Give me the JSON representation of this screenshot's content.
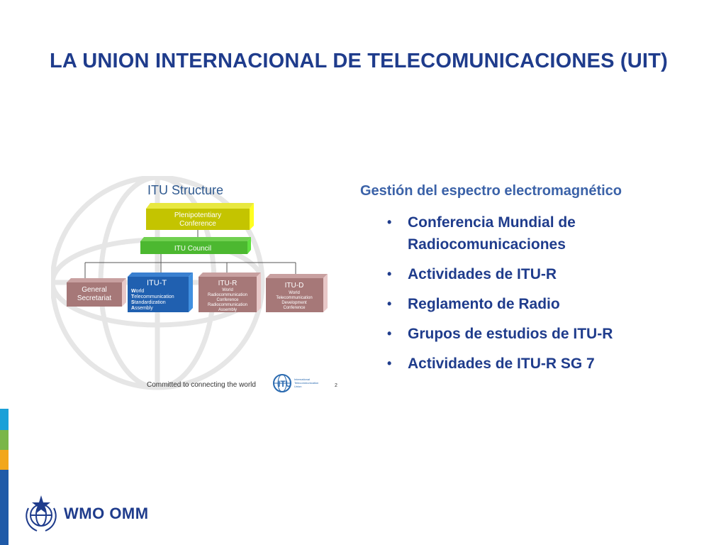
{
  "slide": {
    "title": "LA UNION INTERNACIONAL DE TELECOMUNICACIONES (UIT)"
  },
  "figure": {
    "heading": "ITU Structure",
    "plenipotentiary": [
      "Plenipotentiary",
      "Conference"
    ],
    "council": "ITU Council",
    "general_secretariat": [
      "General",
      "Secretariat"
    ],
    "itu_t": {
      "label": "ITU-T",
      "lines": [
        {
          "initial": "W",
          "rest": "orld"
        },
        {
          "initial": "T",
          "rest": "elecommunication"
        },
        {
          "initial": "S",
          "rest": "tandardization"
        },
        {
          "initial": "A",
          "rest": "ssembly"
        }
      ]
    },
    "itu_r": {
      "label": "ITU-R",
      "lines": [
        "World",
        "Radiocommunication",
        "Conference",
        "Radiocommunication",
        "Assembly"
      ]
    },
    "itu_d": {
      "label": "ITU-D",
      "lines": [
        "World",
        "Telecommunication",
        "Development",
        "Conference"
      ]
    },
    "footer": "Committed to connecting the world",
    "logo_lines": [
      "International",
      "Telecommunication",
      "Union"
    ],
    "page_number": "2"
  },
  "content": {
    "subtitle": "Gestión del espectro electromagnético",
    "bullets": [
      "Conferencia Mundial de Radiocomunicaciones",
      "Actividades de ITU-R",
      "Reglamento de Radio",
      "Grupos de estudios de ITU-R",
      "Actividades de ITU-R SG 7"
    ]
  },
  "branding": {
    "logo_text": "WMO OMM",
    "stripe_colors": [
      "#1aa0d8",
      "#7ab648",
      "#f2a71b",
      "#1f5aa8"
    ]
  },
  "colors": {
    "title": "#1f3c8c",
    "subtitle": "#3b62a8",
    "plenipotentiary": "#c4c400",
    "council": "#4cb830",
    "itu_t": "#2060b0",
    "sector": "#a67878"
  }
}
